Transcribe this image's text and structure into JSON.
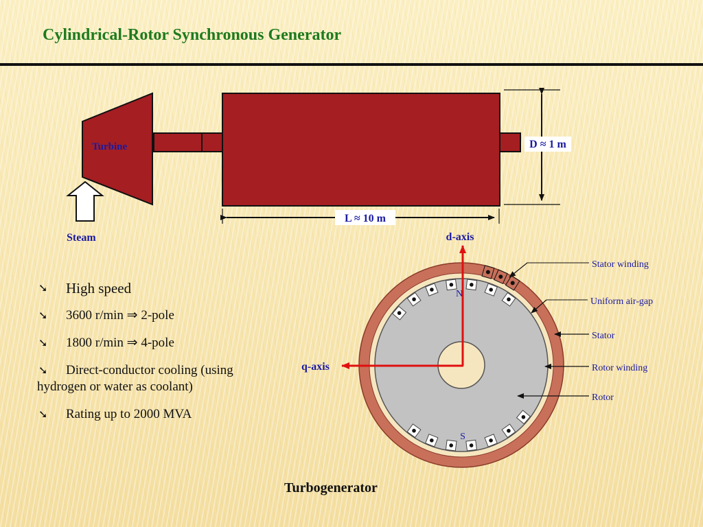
{
  "title": "Cylindrical-Rotor Synchronous Generator",
  "turbine_label": "Turbine",
  "steam_label": "Steam",
  "length_label": "L ≈ 10 m",
  "diameter_label": "D ≈ 1 m",
  "d_axis_label": "d-axis",
  "q_axis_label": "q-axis",
  "pole_north": "N",
  "pole_south": "S",
  "callouts": {
    "stator_winding": "Stator winding",
    "air_gap": "Uniform air-gap",
    "stator": "Stator",
    "rotor_winding": "Rotor winding",
    "rotor": "Rotor"
  },
  "bullets": [
    "High speed",
    "3600 r/min ⇒ 2-pole",
    "1800 r/min ⇒ 4-pole",
    "Direct-conductor cooling (using hydrogen or water as coolant)",
    "Rating up to 2000 MVA"
  ],
  "bullet_icon": "arrow-bullet-icon",
  "caption": "Turbogenerator",
  "colors": {
    "title": "#1e7a1e",
    "machine_fill": "#a51e22",
    "label_text": "#1a1aa0",
    "axis_arrow": "#e01010",
    "stator_ring": "#c8705a",
    "air_gap": "#f6e6bf",
    "rotor": "#c2c2c2"
  }
}
